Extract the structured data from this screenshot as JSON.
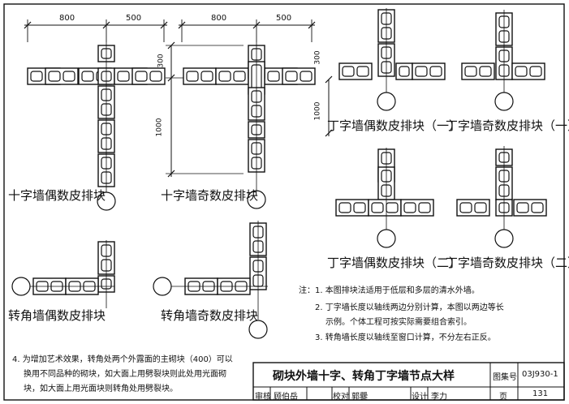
{
  "dimensions": {
    "d800": "800",
    "d500": "500",
    "d300": "300",
    "d1000": "1000"
  },
  "diagrams": {
    "cross_even": "十字墙偶数皮排块",
    "cross_odd": "十字墙奇数皮排块",
    "tee_even_1": "丁字墙偶数皮排块（一）",
    "tee_odd_1": "丁字墙奇数皮排块（一）",
    "tee_even_2": "丁字墙偶数皮排块（二）",
    "tee_odd_2": "丁字墙奇数皮排块（二）",
    "corner_even": "转角墙偶数皮排块",
    "corner_odd": "转角墙奇数皮排块"
  },
  "notes": {
    "n1": "注：1. 本图排块法适用于低层和多层的清水外墙。",
    "n2a": "2. 丁字墙长度以轴线两边分别计算，本图以两边等长",
    "n2b": "示例。个体工程可按实际需要组合索引。",
    "n3": "3. 转角墙长度以轴线至窗口计算，不分左右正反。",
    "n4a": "4. 为增加艺术效果，转角处两个外露面的主砌块（400）可以",
    "n4b": "换用不同品种的砌块，如大面上用劈裂块则此处用光面砌",
    "n4c": "块，如大面上用光面块则转角处用劈裂块。"
  },
  "title_block": {
    "title": "砌块外墙十字、转角丁字墙节点大样",
    "atlas_label": "图集号",
    "atlas_no": "03J930-1",
    "review_label": "审核",
    "review_name": "顾伯岳",
    "check_label": "校对",
    "check_name": "郭爨",
    "design_label": "设计",
    "design_name": "李力",
    "page_label": "页",
    "page_no": "131"
  }
}
